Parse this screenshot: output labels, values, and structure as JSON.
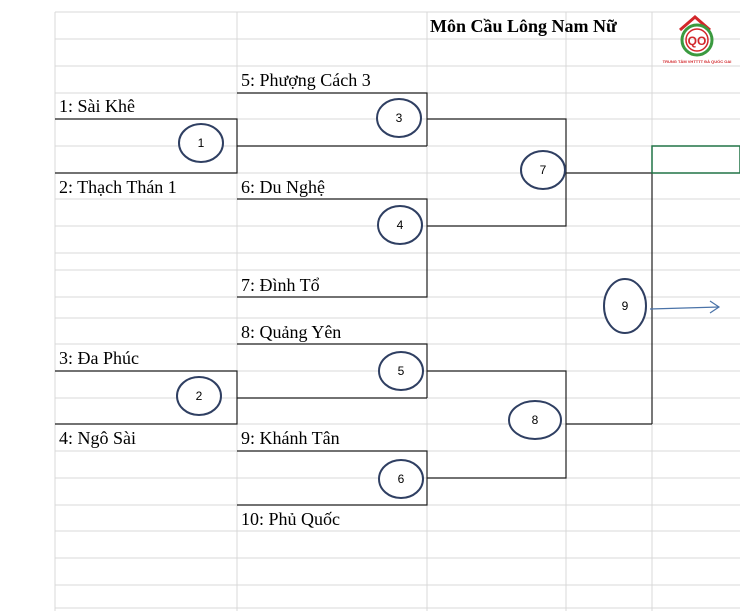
{
  "title": "Môn Cầu Lông Nam Nữ",
  "logo": {
    "monogram": "QO",
    "caption": "TRUNG TÂM VHTTTT ĐÀ QUỐC OAI"
  },
  "teams": [
    "1: Sài Khê",
    "2: Thạch Thán 1",
    "3: Đa Phúc",
    "4: Ngô Sài",
    "5: Phượng Cách 3",
    "6: Du Nghệ",
    "7: Đình Tổ",
    "8: Quảng Yên",
    "9: Khánh Tân",
    "10: Phủ Quốc"
  ],
  "matches": [
    "1",
    "2",
    "3",
    "4",
    "5",
    "6",
    "7",
    "8",
    "9"
  ],
  "colors": {
    "grid": "#d9d9d9",
    "line": "#1f1f1f",
    "circle": "#2f3f62",
    "arrow": "#4a73a8",
    "selection": "#217346",
    "logo_red": "#d2262a",
    "logo_green": "#3a9a3f"
  }
}
